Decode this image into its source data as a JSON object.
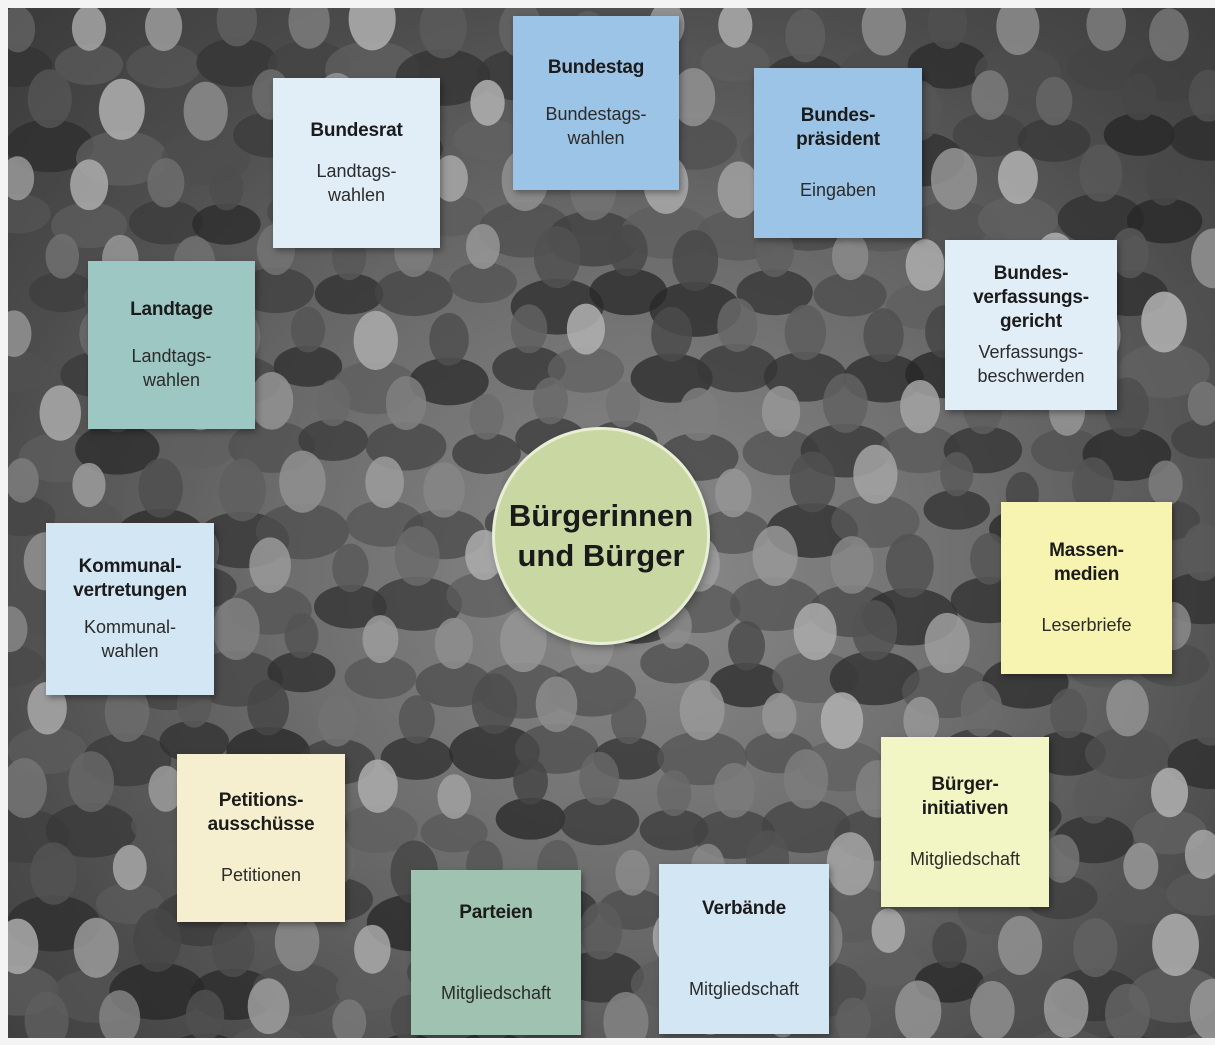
{
  "center": {
    "line1": "Bürgerinnen",
    "line2": "und Bürger"
  },
  "boxes": {
    "bundestag": {
      "title": "Bundestag",
      "sub1": "Bundestags-",
      "sub2": "wahlen"
    },
    "bundesrat": {
      "title": "Bundesrat",
      "sub1": "Landtags-",
      "sub2": "wahlen"
    },
    "bundespraesident": {
      "title1": "Bundes-",
      "title2": "präsident",
      "sub": "Eingaben"
    },
    "landtage": {
      "title": "Landtage",
      "sub1": "Landtags-",
      "sub2": "wahlen"
    },
    "bverfg": {
      "title1": "Bundes-",
      "title2": "verfassungs-",
      "title3": "gericht",
      "sub1": "Verfassungs-",
      "sub2": "beschwerden"
    },
    "kommunal": {
      "title1": "Kommunal-",
      "title2": "vertretungen",
      "sub1": "Kommunal-",
      "sub2": "wahlen"
    },
    "massenmedien": {
      "title1": "Massen-",
      "title2": "medien",
      "sub": "Leserbriefe"
    },
    "petition": {
      "title1": "Petitions-",
      "title2": "ausschüsse",
      "sub": "Petitionen"
    },
    "buergerinitiativen": {
      "title1": "Bürger-",
      "title2": "initiativen",
      "sub": "Mitgliedschaft"
    },
    "parteien": {
      "title": "Parteien",
      "sub": "Mitgliedschaft"
    },
    "verbaende": {
      "title": "Verbände",
      "sub": "Mitgliedschaft"
    }
  },
  "colors": {
    "blue": "#9cc4e6",
    "light_blue": "#d3e6f3",
    "pale_blue": "#e1eef8",
    "teal": "#9dc7c2",
    "green_gray": "#9fc3b0",
    "light_yellow": "#f7f3b0",
    "cream": "#f6efcf",
    "pale_yellow": "#f2f6c4",
    "center_green": "#c9d8a2"
  }
}
